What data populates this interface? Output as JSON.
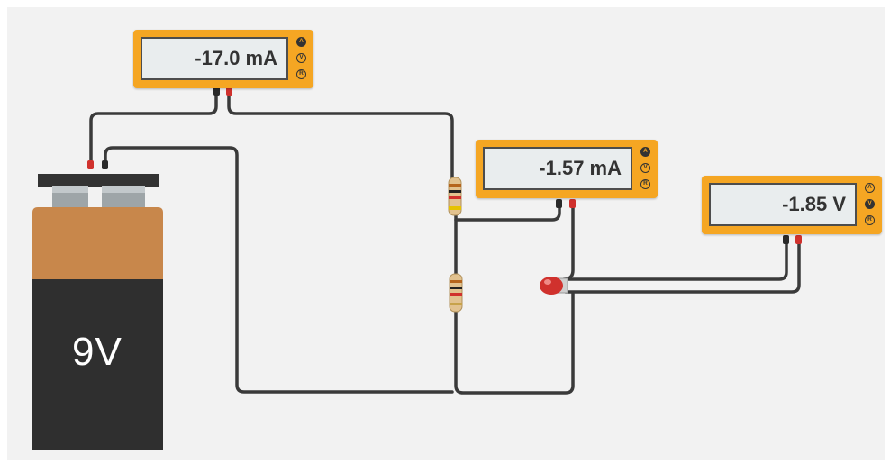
{
  "battery": {
    "label": "9V",
    "body_top_color": "#c8874b",
    "body_bottom_color": "#2f2f2f"
  },
  "meters": [
    {
      "reading": "-17.0 mA",
      "modes": [
        "A",
        "V",
        "R"
      ],
      "active_mode": "A"
    },
    {
      "reading": "-1.57 mA",
      "modes": [
        "A",
        "V",
        "R"
      ],
      "active_mode": "A"
    },
    {
      "reading": "-1.85 V",
      "modes": [
        "A",
        "V",
        "R"
      ],
      "active_mode": "V"
    }
  ],
  "colors": {
    "meter_body": "#f5a623",
    "display_bg": "#e9edee",
    "wire": "#3a3a3a",
    "probe_red": "#d0312d",
    "led": "#d0312d"
  }
}
